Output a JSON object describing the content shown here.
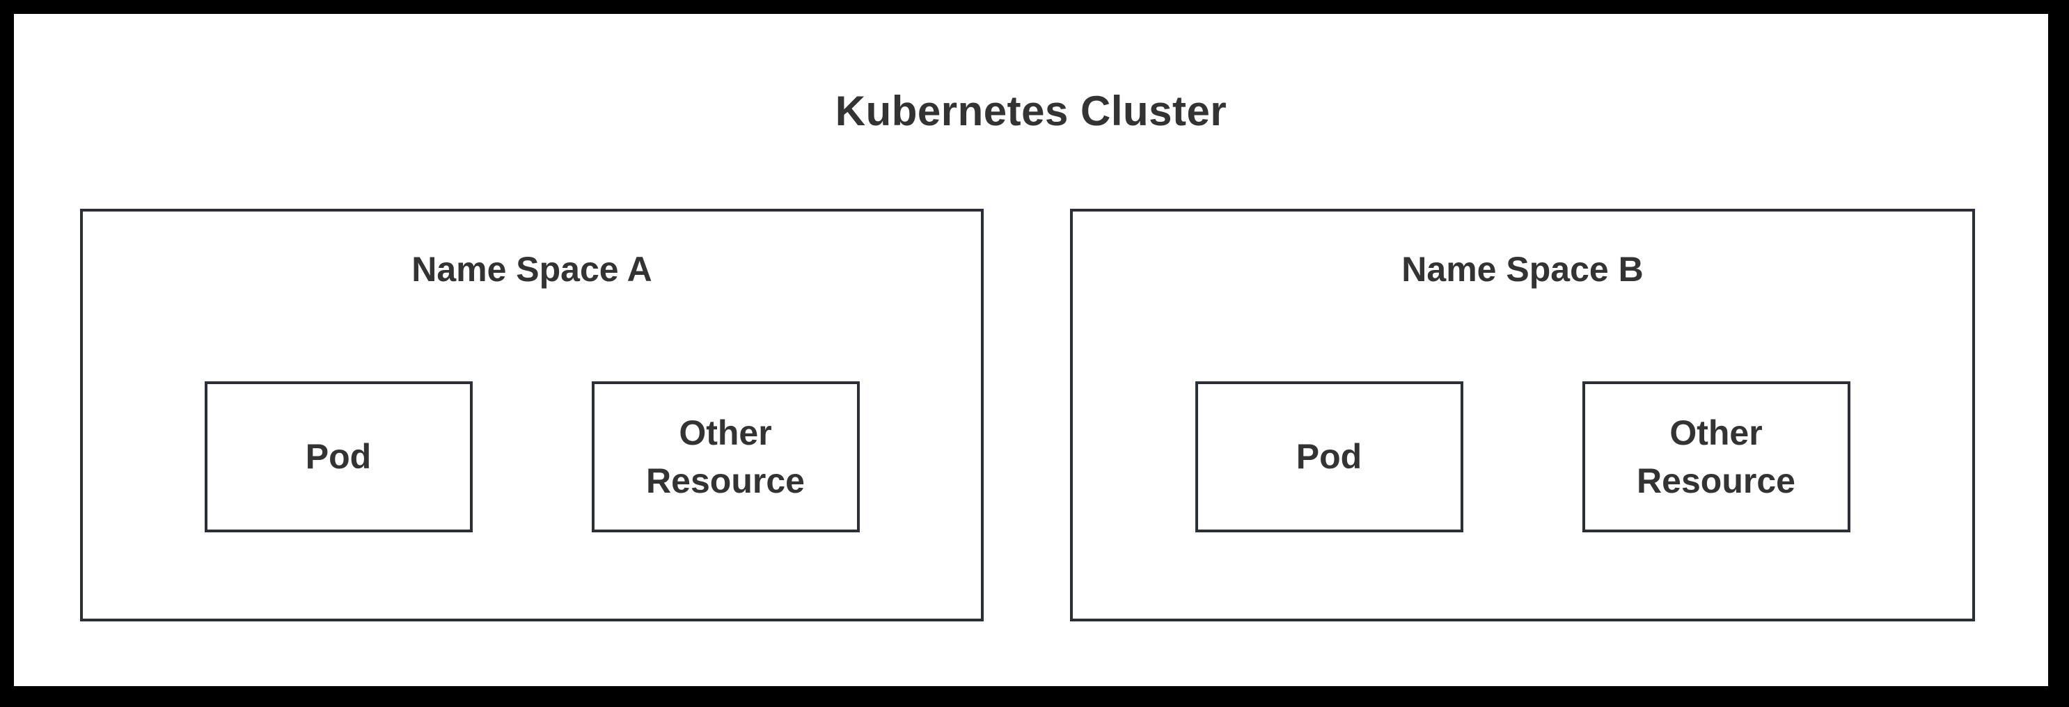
{
  "diagram": {
    "title": "Kubernetes Cluster",
    "namespaces": [
      {
        "label": "Name Space A",
        "nodes": [
          {
            "label": "Pod"
          },
          {
            "label": "Other Resource"
          }
        ]
      },
      {
        "label": "Name Space B",
        "nodes": [
          {
            "label": "Pod"
          },
          {
            "label": "Other Resource"
          }
        ]
      }
    ],
    "colors": {
      "frame": "#000000",
      "background": "#ffffff",
      "box_border": "#2b3038",
      "text": "#333333"
    }
  }
}
